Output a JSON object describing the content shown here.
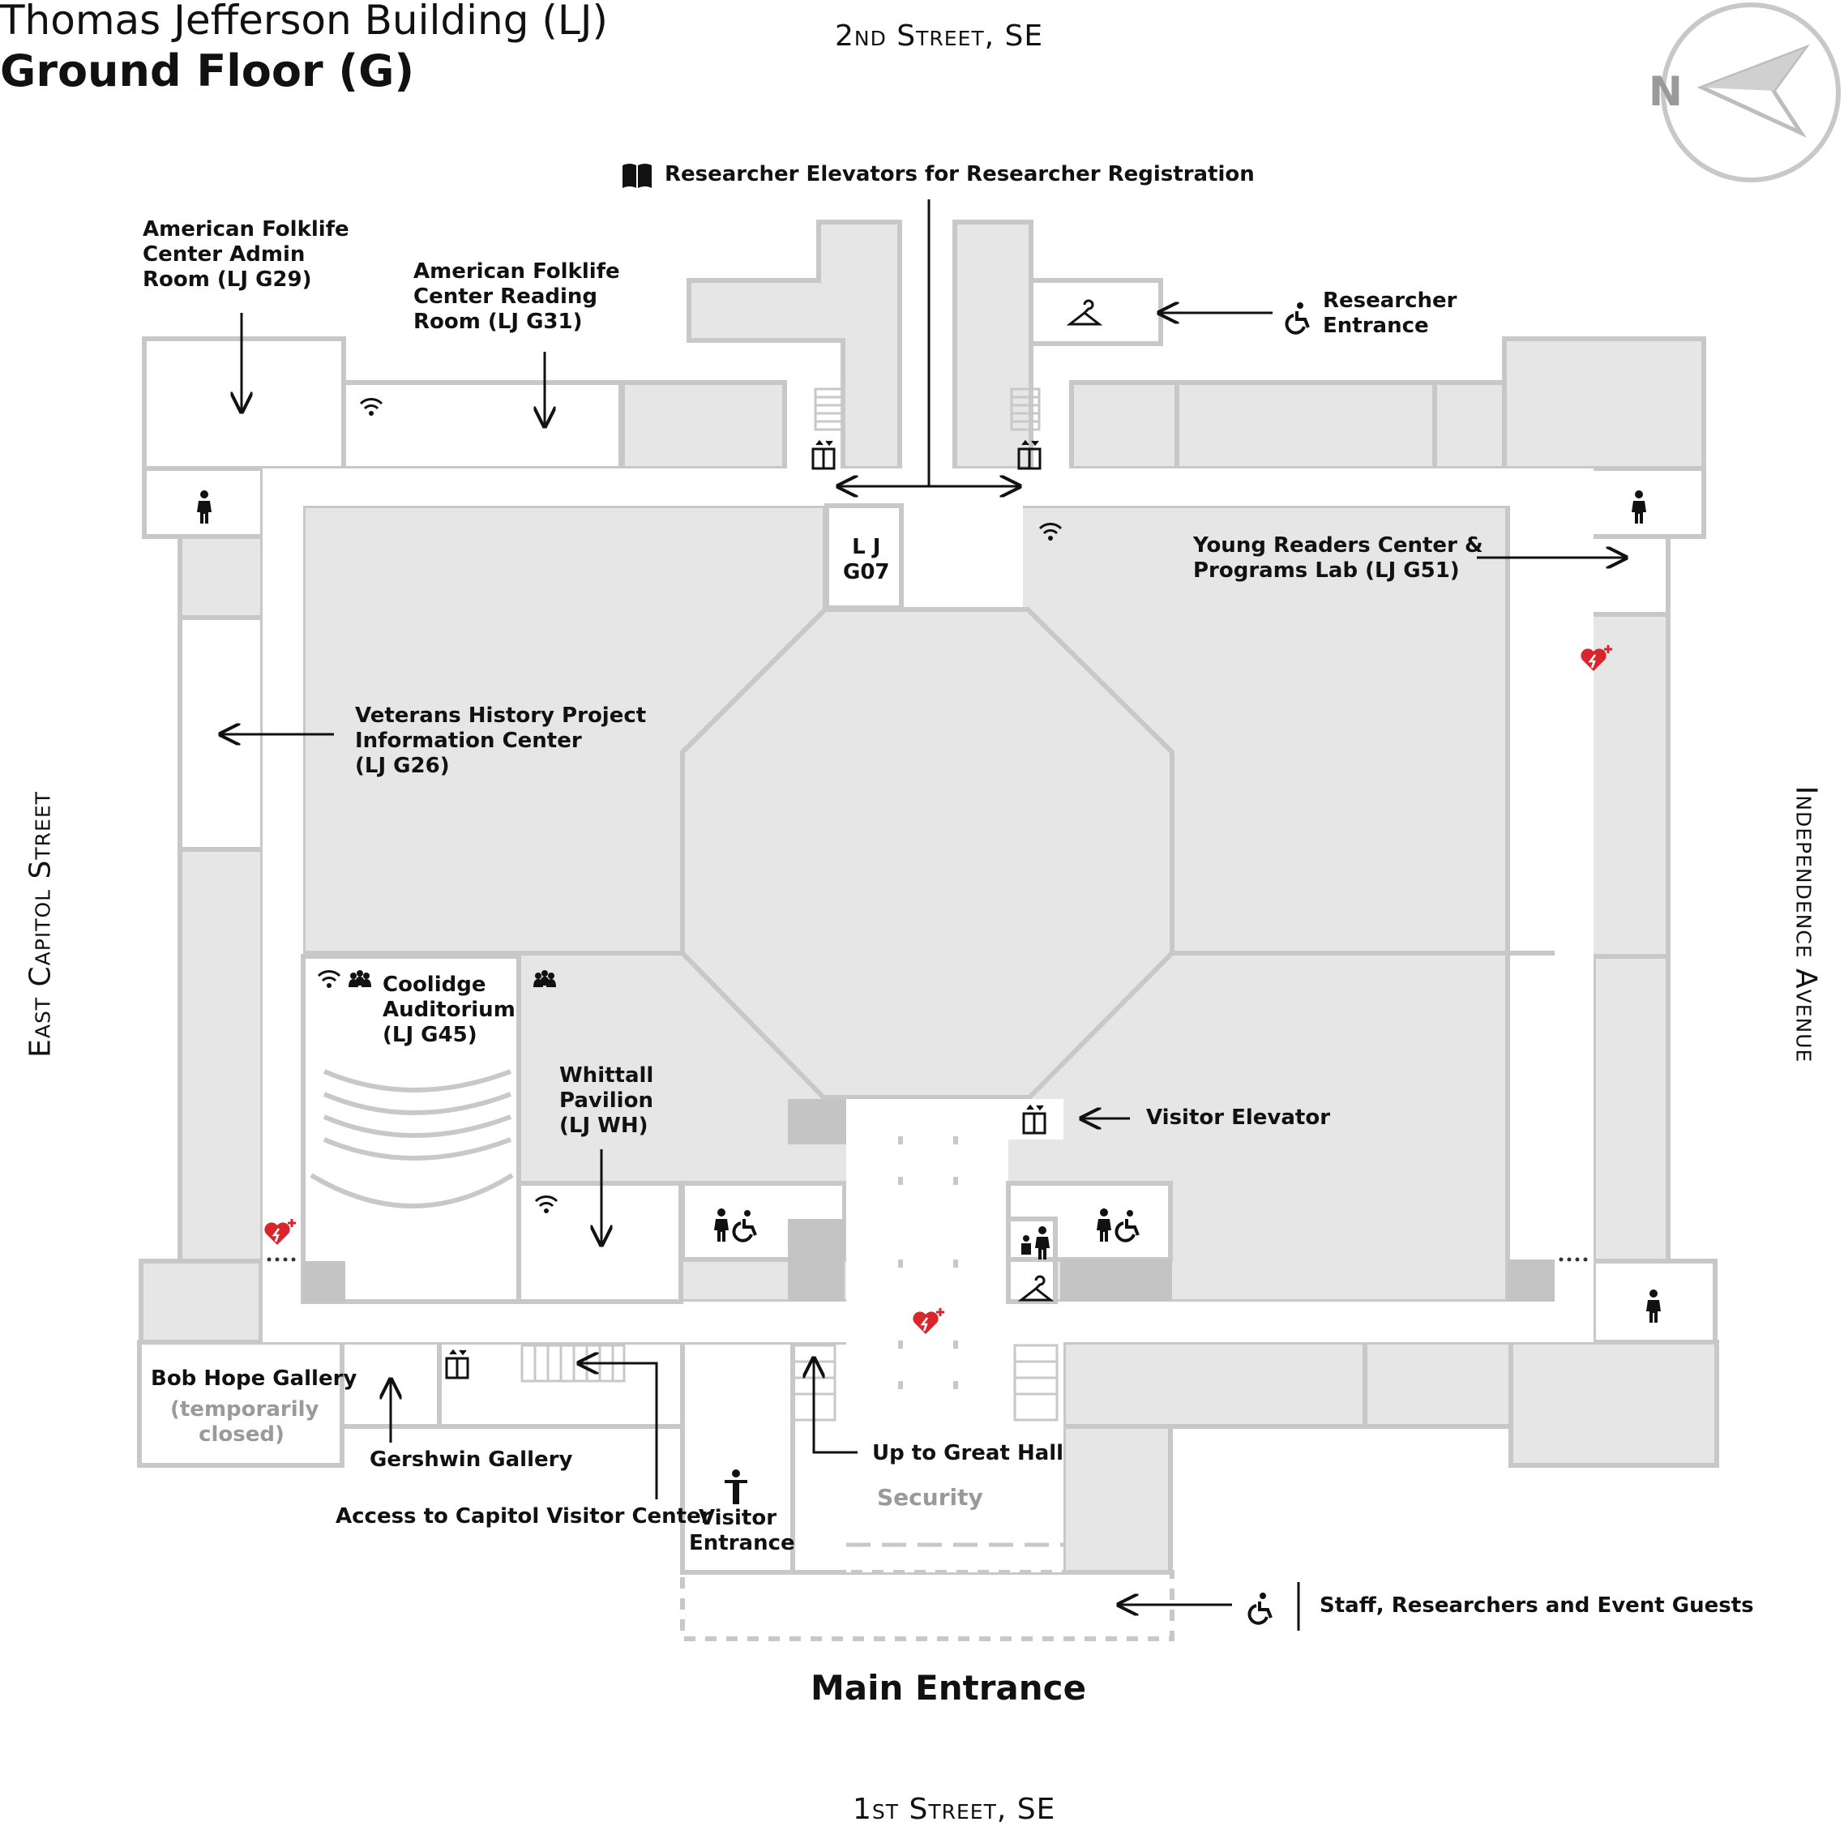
{
  "header": {
    "building": "Thomas Jefferson Building (LJ)",
    "floor": "Ground Floor (G)"
  },
  "compass": {
    "label": "N"
  },
  "streets": {
    "north": "2nd Street, SE",
    "south": "1st Street, SE",
    "west": "East Capitol Street",
    "east": "Independence Avenue"
  },
  "labels": {
    "researcher_elevators": "Researcher Elevators for Researcher Registration",
    "folklife_admin": "American Folklife\nCenter Admin\nRoom (LJ G29)",
    "folklife_reading": "American Folklife\nCenter Reading\nRoom (LJ G31)",
    "researcher_entrance": "Researcher\nEntrance",
    "lj_g07": "L J\nG07",
    "young_readers": "Young Readers Center &\nPrograms Lab (LJ G51)",
    "veterans": "Veterans History Project\nInformation Center\n(LJ G26)",
    "coolidge": "Coolidge\nAuditorium\n(LJ G45)",
    "whittall": "Whittall\nPavilion\n(LJ WH)",
    "visitor_elevator": "Visitor Elevator",
    "bob_hope": "Bob Hope Gallery",
    "bob_hope_status": "(temporarily\nclosed)",
    "gershwin": "Gershwin Gallery",
    "capitol_access": "Access to Capitol Visitor Center",
    "great_hall": "Up to Great Hall",
    "security": "Security",
    "visitor_entrance": "Visitor\nEntrance",
    "staff_entrance": "Staff, Researchers and Event Guests",
    "main_entrance": "Main Entrance"
  },
  "colors": {
    "room_fill": "#e6e6e6",
    "wall": "#c8c8c8",
    "dark_block": "#c4c4c4",
    "aed_red": "#d9262c",
    "ink": "#111111"
  },
  "icons": [
    "book-icon",
    "coat-check-icon",
    "accessible-icon",
    "elevator-icon",
    "restroom-icon",
    "wifi-icon",
    "group-icon",
    "aed-icon",
    "family-restroom-icon",
    "visitor-person-icon",
    "compass-arrow-icon"
  ]
}
